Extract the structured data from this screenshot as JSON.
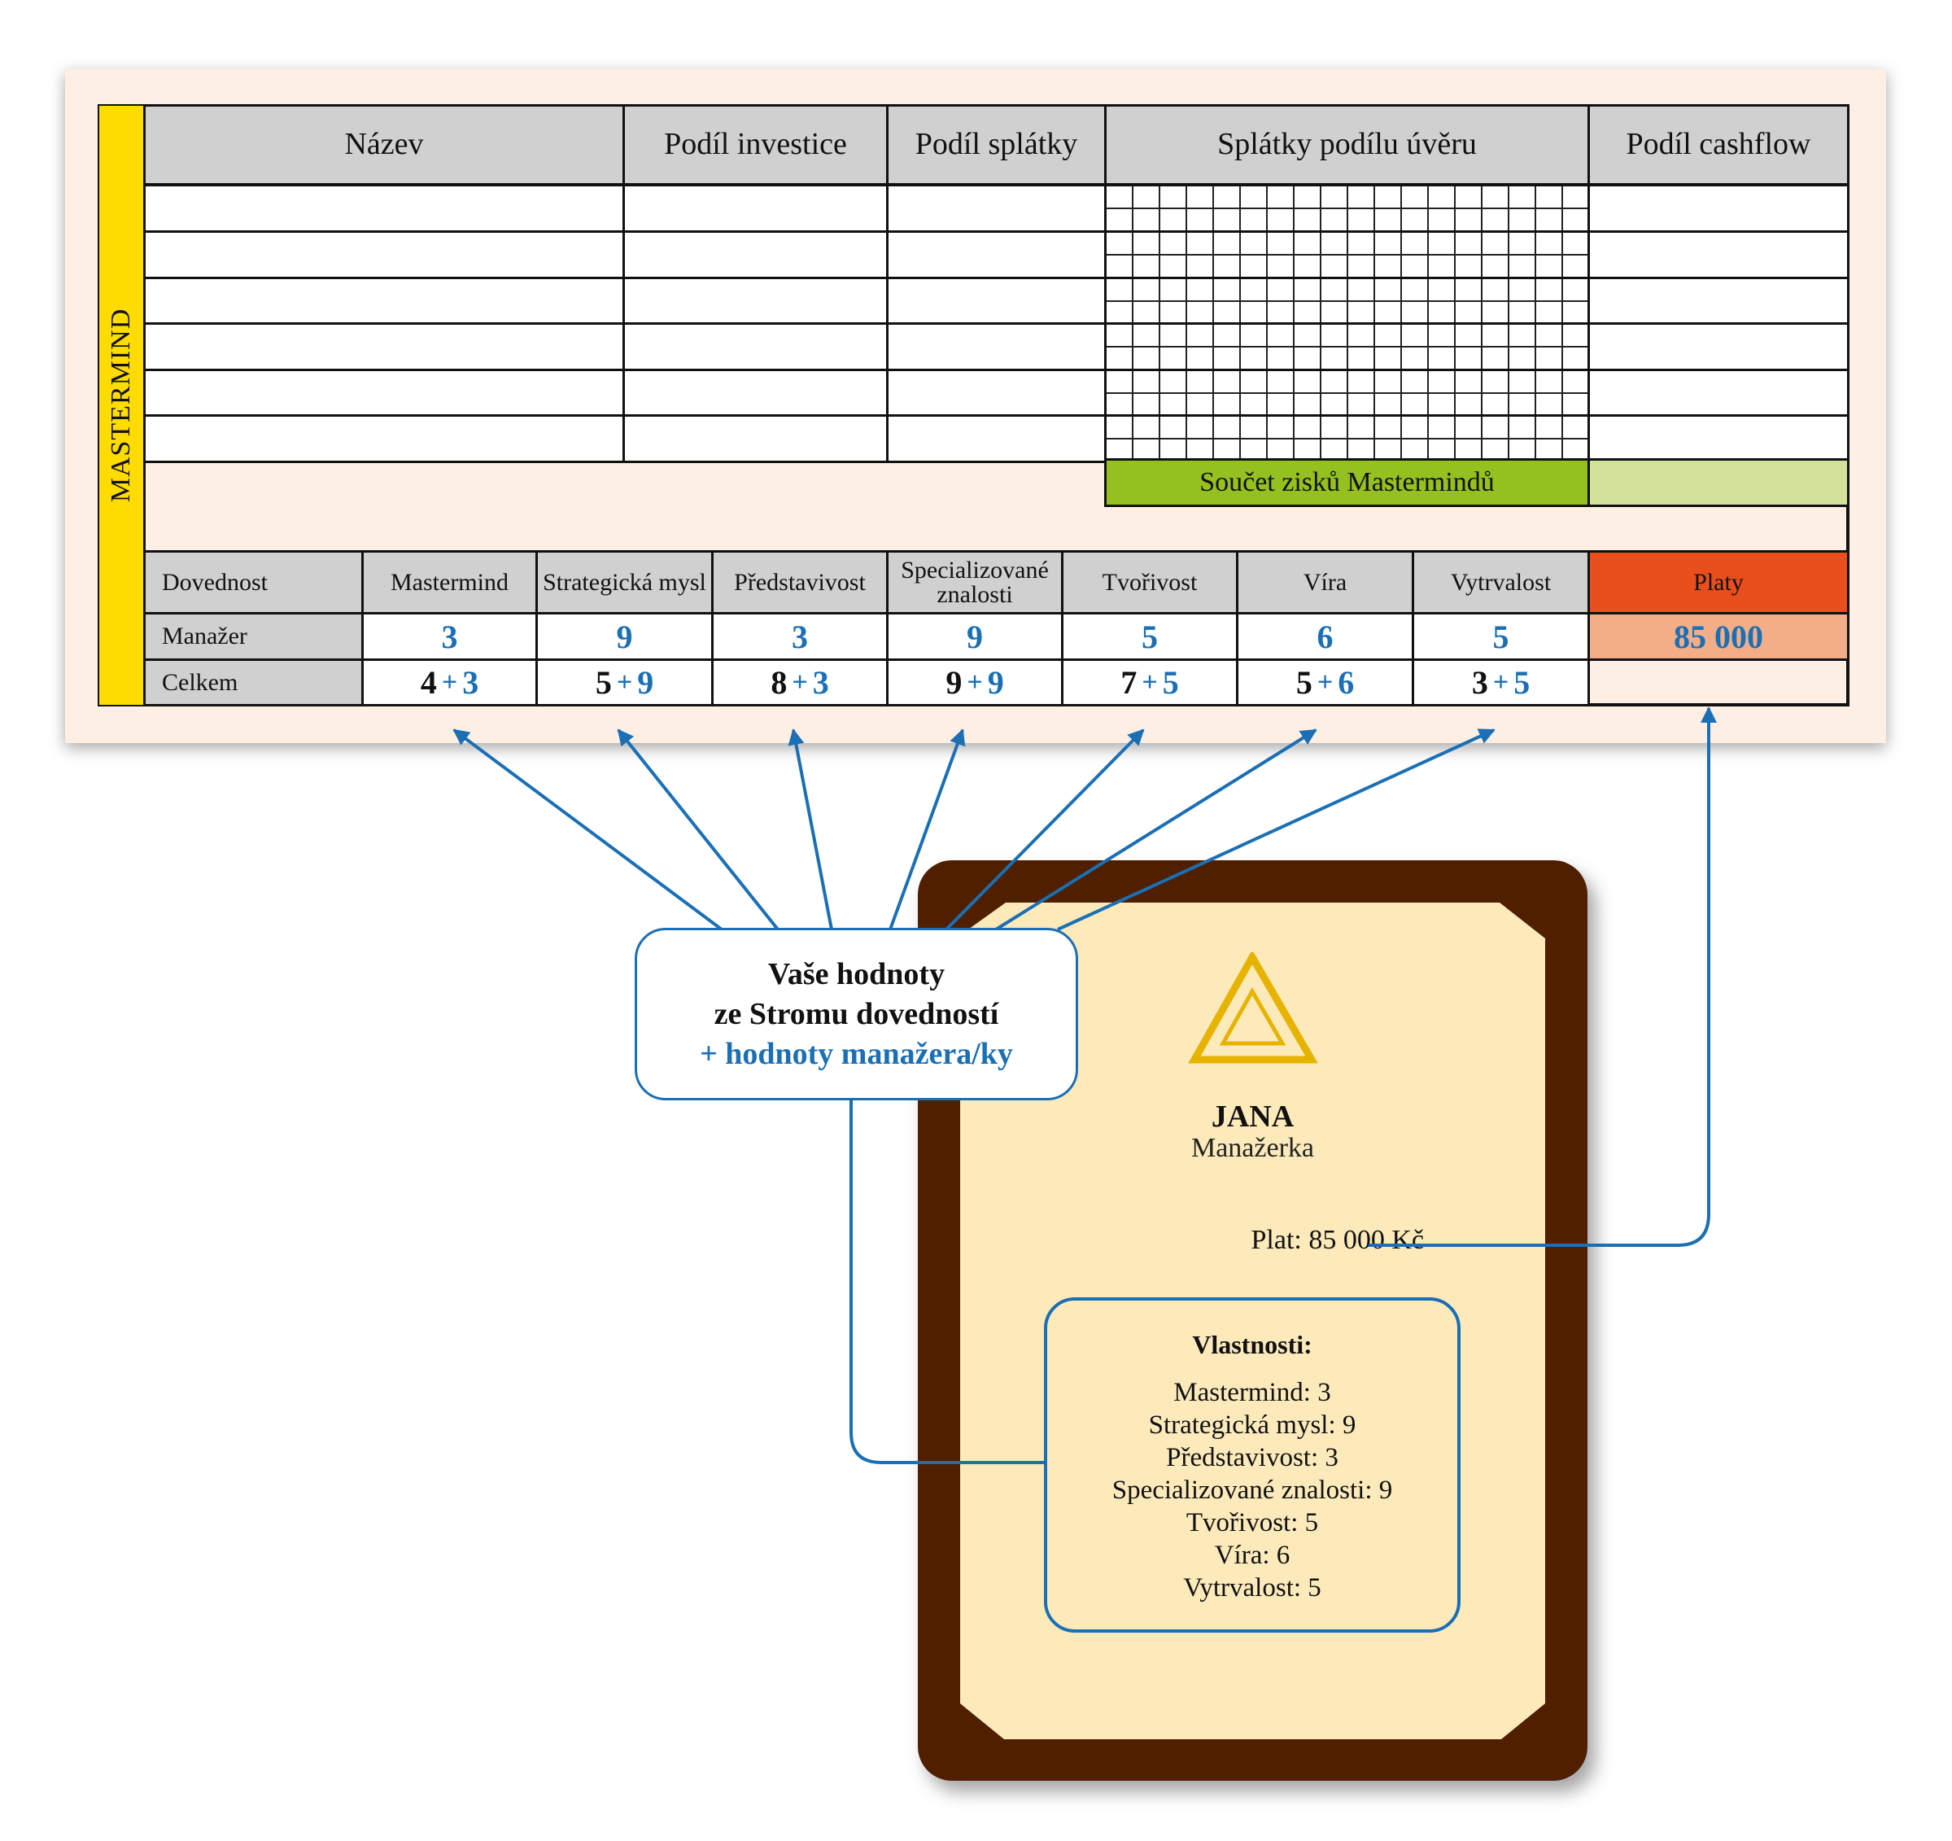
{
  "mastermind_sheet": {
    "side_label": "MASTERMIND",
    "columns": [
      "Název",
      "Podíl investice",
      "Podíl splátky",
      "Splátky podílu úvěru",
      "Podíl cashflow"
    ],
    "empty_rows": 6,
    "loan_grid": {
      "columns_per_row": 18,
      "subrows_per_row": 2
    },
    "sum_label": "Součet zisků Mastermindů",
    "sum_value": ""
  },
  "skills_table": {
    "row_headers": [
      "Dovednost",
      "Manažer",
      "Celkem"
    ],
    "skills": [
      {
        "name": "Mastermind",
        "manager": "3",
        "own": "4",
        "added": "3"
      },
      {
        "name": "Strategická mysl",
        "manager": "9",
        "own": "5",
        "added": "9"
      },
      {
        "name": "Představivost",
        "manager": "3",
        "own": "8",
        "added": "3"
      },
      {
        "name": "Specializované znalosti",
        "manager": "9",
        "own": "9",
        "added": "9"
      },
      {
        "name": "Tvořivost",
        "manager": "5",
        "own": "7",
        "added": "5"
      },
      {
        "name": "Víra",
        "manager": "6",
        "own": "5",
        "added": "6"
      },
      {
        "name": "Vytrvalost",
        "manager": "5",
        "own": "3",
        "added": "5"
      }
    ],
    "plus_sign": "+",
    "salary_header": "Platy",
    "salary_value": "85 000"
  },
  "callout": {
    "line1": "Vaše hodnoty",
    "line2": "ze Stromu dovedností",
    "line3": "+ hodnoty manažera/ky"
  },
  "card": {
    "icon": "triangle-icon",
    "name": "JANA",
    "role": "Manažerka",
    "salary": "Plat: 85 000 Kč",
    "properties_title": "Vlastnosti:",
    "properties": [
      "Mastermind: 3",
      "Strategická mysl: 9",
      "Představivost: 3",
      "Specializované znalosti: 9",
      "Tvořivost: 5",
      "Víra: 6",
      "Vytrvalost: 5"
    ]
  },
  "colors": {
    "accent_blue": "#1a6fb5",
    "side_yellow": "#ffdc00",
    "sum_green": "#94c11f",
    "sum_light_green": "#d2e29b",
    "salary_orange": "#e84f1c",
    "salary_light": "#f4ae87",
    "card_brown": "#4f1f00",
    "card_cream": "#fdeabb",
    "icon_gold": "#e6b300"
  }
}
